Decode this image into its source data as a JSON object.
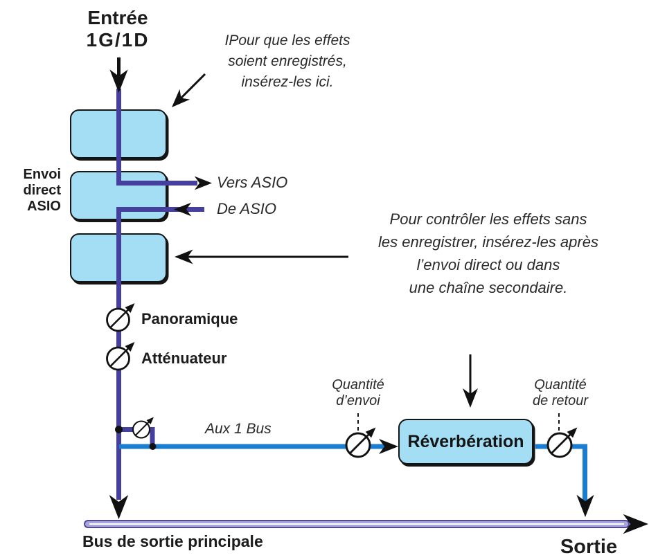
{
  "diagram": {
    "input": {
      "line1": "Entrée",
      "line2": "1G/1D"
    },
    "notes": {
      "record": {
        "l1": "IPour que les effets",
        "l2": "soient enregistrés,",
        "l3": "insérez-les ici."
      },
      "monitor": {
        "l1": "Pour contrôler les effets sans",
        "l2": "les enregistrer, insérez-les après",
        "l3": "l’envoi direct ou dans",
        "l4": "une chaîne secondaire."
      }
    },
    "direct_send": {
      "l1": "Envoi",
      "l2": "direct",
      "l3": "ASIO"
    },
    "to_asio": "Vers ASIO",
    "from_asio": "De ASIO",
    "pan": "Panoramique",
    "fader": "Atténuateur",
    "aux_bus": "Aux 1 Bus",
    "send_amount": {
      "l1": "Quantité",
      "l2": "d’envoi"
    },
    "return_amount": {
      "l1": "Quantité",
      "l2": "de retour"
    },
    "reverb": "Réverbération",
    "main_bus": "Bus de sortie principale",
    "output": "Sortie",
    "colors": {
      "signal_line": "#453f9e",
      "aux_line": "#1a7dd0",
      "box_fill": "#a3def5",
      "bus_fill": "#aaa5d8",
      "bus_stroke": "#4f4a9e"
    }
  }
}
